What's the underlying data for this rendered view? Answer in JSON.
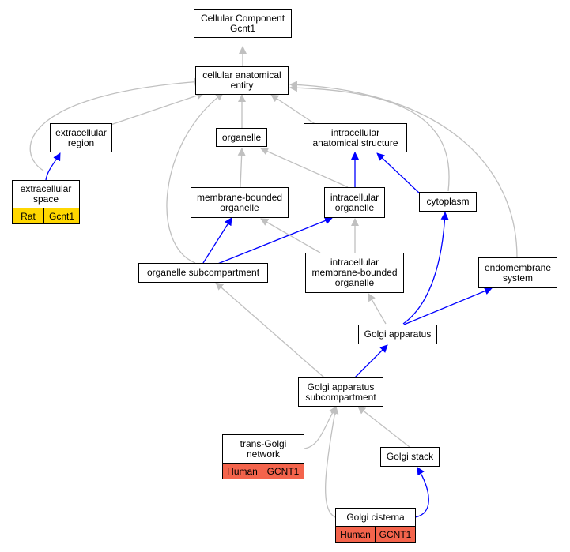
{
  "colors": {
    "gray_edge": "#c0c0c0",
    "blue_edge": "#0000ff",
    "rat_fill": "#ffd700",
    "human_fill": "#f4644c"
  },
  "nodes": {
    "cellular_component": {
      "label": "Cellular Component\nGcnt1"
    },
    "cellular_anatomical_entity": {
      "label": "cellular anatomical\nentity"
    },
    "extracellular_region": {
      "label": "extracellular\nregion"
    },
    "organelle": {
      "label": "organelle"
    },
    "intracellular_anatomical_structure": {
      "label": "intracellular\nanatomical structure"
    },
    "extracellular_space": {
      "label": "extracellular\nspace"
    },
    "membrane_bounded_organelle": {
      "label": "membrane-bounded\norganelle"
    },
    "intracellular_organelle": {
      "label": "intracellular\norganelle"
    },
    "cytoplasm": {
      "label": "cytoplasm"
    },
    "organelle_subcompartment": {
      "label": "organelle subcompartment"
    },
    "intracellular_membrane_bounded_organelle": {
      "label": "intracellular\nmembrane-bounded\norganelle"
    },
    "endomembrane_system": {
      "label": "endomembrane\nsystem"
    },
    "golgi_apparatus": {
      "label": "Golgi apparatus"
    },
    "golgi_apparatus_subcompartment": {
      "label": "Golgi apparatus\nsubcompartment"
    },
    "trans_golgi_network": {
      "label": "trans-Golgi\nnetwork"
    },
    "golgi_stack": {
      "label": "Golgi stack"
    },
    "golgi_cisterna": {
      "label": "Golgi cisterna"
    }
  },
  "annotations": {
    "extracellular_space": {
      "species": "Rat",
      "gene": "Gcnt1",
      "color": "#ffd700"
    },
    "trans_golgi_network": {
      "species": "Human",
      "gene": "GCNT1",
      "color": "#f4644c"
    },
    "golgi_cisterna": {
      "species": "Human",
      "gene": "GCNT1",
      "color": "#f4644c"
    }
  }
}
